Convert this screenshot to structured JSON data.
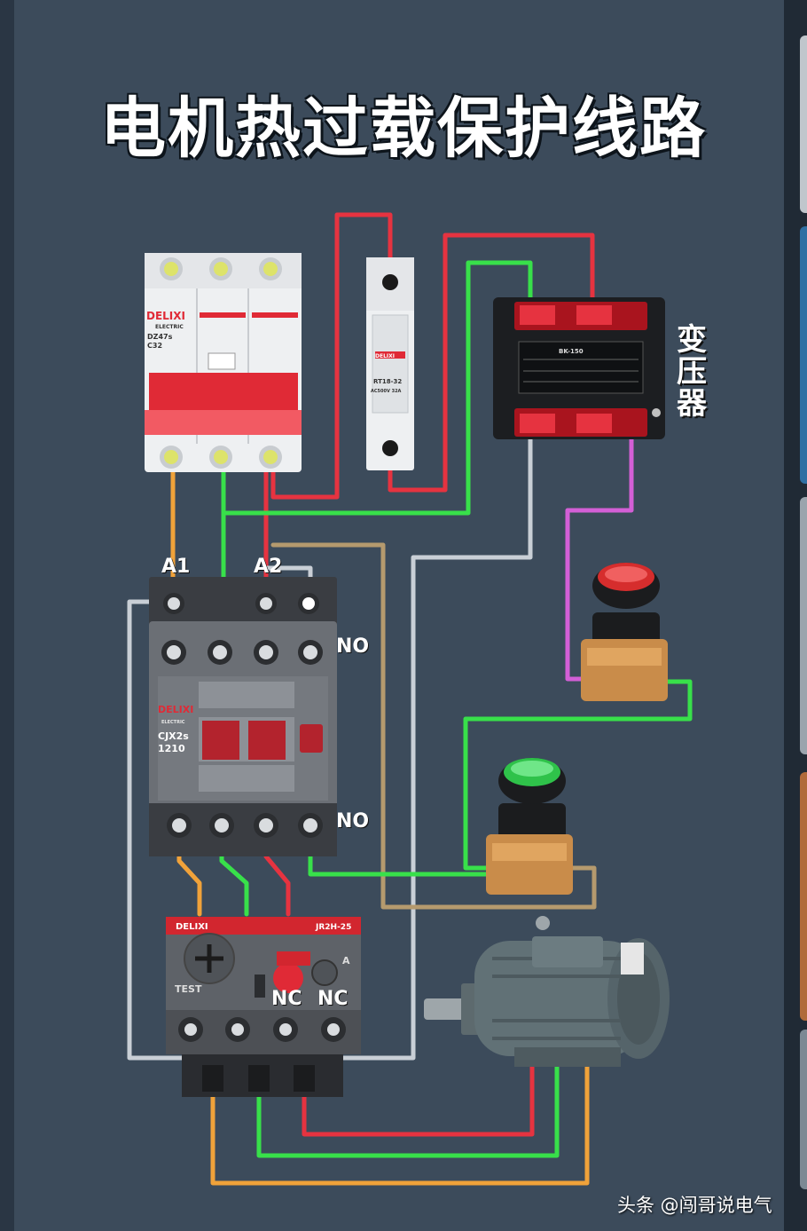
{
  "title": "电机热过载保护线路",
  "labels": {
    "a1": "A1",
    "a2": "A2",
    "no_top": "NO",
    "no_bottom": "NO",
    "nc_left": "NC",
    "nc_right": "NC",
    "transformer": "变压器"
  },
  "device_text": {
    "breaker_brand": "DELIXI",
    "breaker_sub": "ELECTRIC",
    "breaker_model": "DZ47s",
    "breaker_rating": "C32",
    "fuse_brand": "DELIXI",
    "fuse_model": "RT18-32",
    "fuse_rating": "AC500V 32A",
    "transformer_model": "BK-150",
    "contactor_brand": "DELIXI",
    "contactor_sub": "ELECTRIC",
    "contactor_model_1": "CJX2s",
    "contactor_model_2": "1210",
    "relay_brand": "DELIXI",
    "relay_model": "JR2H-25",
    "relay_test": "TEST",
    "relay_scale": "A"
  },
  "watermark": "头条 @闯哥说电气",
  "colors": {
    "background": "#3c4b5b",
    "wire_red": "#e63340",
    "wire_green": "#38e04a",
    "wire_orange": "#f0a23a",
    "wire_white": "#c9cfd6",
    "wire_tan": "#b59a6e",
    "wire_purple": "#d35fd6",
    "device_red": "#e02a36",
    "stop_button": "#e3302f",
    "start_button": "#2fc24a"
  }
}
